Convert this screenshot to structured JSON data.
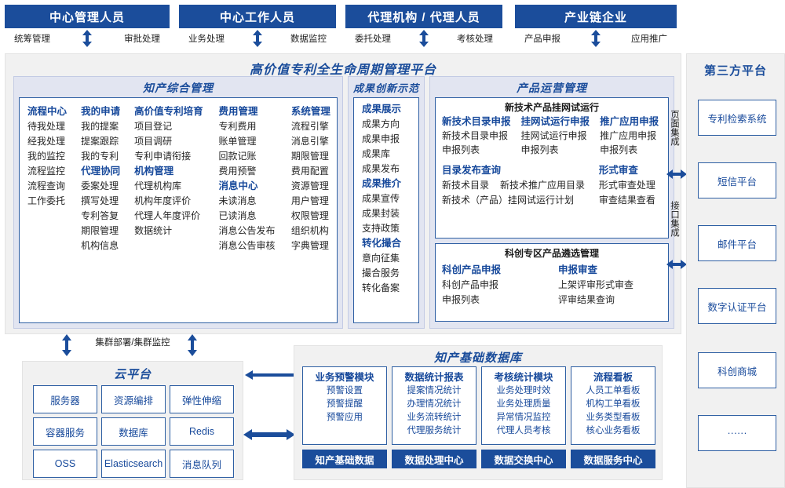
{
  "actors": [
    {
      "title": "中心管理人员",
      "left_op": "统筹管理",
      "right_op": "审批处理"
    },
    {
      "title": "中心工作人员",
      "left_op": "业务处理",
      "right_op": "数据监控"
    },
    {
      "title": "代理机构 / 代理人员",
      "left_op": "委托处理",
      "right_op": "考核处理"
    },
    {
      "title": "产业链企业",
      "left_op": "产品申报",
      "right_op": "应用推广"
    }
  ],
  "platform": {
    "title": "高价值专利全生命周期管理平台",
    "groups": {
      "zhichan": {
        "title": "知产综合管理",
        "columns": [
          {
            "blocks": [
              {
                "head": "流程中心",
                "items": [
                  "待我处理",
                  "经我处理",
                  "我的监控",
                  "流程监控",
                  "流程查询",
                  "工作委托"
                ]
              }
            ]
          },
          {
            "blocks": [
              {
                "head": "我的申请",
                "items": [
                  "我的提案",
                  "提案跟踪",
                  "我的专利"
                ]
              },
              {
                "head": "代理协同",
                "items": [
                  "委案处理",
                  "撰写处理",
                  "专利答复",
                  "期限管理",
                  "机构信息"
                ]
              }
            ]
          },
          {
            "blocks": [
              {
                "head": "高价值专利培育",
                "items": [
                  "项目登记",
                  "项目调研",
                  "专利申请衔接"
                ]
              },
              {
                "head": "机构管理",
                "items": [
                  "代理机构库",
                  "机构年度评价",
                  "代理人年度评价",
                  "数据统计"
                ]
              }
            ]
          },
          {
            "blocks": [
              {
                "head": "费用管理",
                "items": [
                  "专利费用",
                  "账单管理",
                  "回款记账",
                  "费用预警"
                ]
              },
              {
                "head": "消息中心",
                "items": [
                  "未读消息",
                  "已读消息",
                  "消息公告发布",
                  "消息公告审核"
                ]
              }
            ]
          },
          {
            "blocks": [
              {
                "head": "系统管理",
                "items": [
                  "流程引擎",
                  "消息引擎",
                  "期限管理",
                  "费用配置",
                  "资源管理",
                  "用户管理",
                  "权限管理",
                  "组织机构",
                  "字典管理"
                ]
              }
            ]
          }
        ]
      },
      "chengguo": {
        "title": "成果创新示范",
        "blocks": [
          {
            "head": "成果展示",
            "items": [
              "成果方向",
              "成果申报",
              "成果库",
              "成果发布"
            ]
          },
          {
            "head": "成果推介",
            "items": [
              "成果宣传",
              "成果封装",
              "支持政策"
            ]
          },
          {
            "head": "转化撮合",
            "items": [
              "意向征集",
              "撮合服务",
              "转化备案"
            ]
          }
        ]
      },
      "chanpin": {
        "title": "产品运营管理",
        "panels": [
          {
            "label": "新技术产品挂网试运行",
            "row1": [
              {
                "head": "新技术目录申报",
                "items": [
                  "新技术目录申报",
                  "申报列表"
                ]
              },
              {
                "head": "挂网试运行申报",
                "items": [
                  "挂网试运行申报",
                  "申报列表"
                ]
              },
              {
                "head": "推广应用申报",
                "items": [
                  "推广应用申报",
                  "申报列表"
                ]
              }
            ],
            "row2_left_head": "目录发布查询",
            "row2_left_items": [
              "新技术目录",
              "新技术推广应用目录",
              "新技术（产品）挂网试运行计划"
            ],
            "row2_right_head": "形式审查",
            "row2_right_items": [
              "形式审查处理",
              "审查结果查看"
            ]
          },
          {
            "label": "科创专区产品遴选管理",
            "row1": [
              {
                "head": "科创产品申报",
                "items": [
                  "科创产品申报",
                  "申报列表"
                ]
              },
              {
                "head": "申报审查",
                "items": [
                  "上架评审形式审查",
                  "评审结果查询"
                ]
              }
            ]
          }
        ]
      }
    }
  },
  "integration": {
    "page_label": "页面集成",
    "api_label": "接口集成"
  },
  "thirdparty": {
    "title": "第三方平台",
    "items": [
      "专利检索系统",
      "短信平台",
      "邮件平台",
      "数字认证平台",
      "科创商城",
      "······"
    ]
  },
  "cloud": {
    "cluster_label": "集群部署/集群监控",
    "title": "云平台",
    "cells": [
      "服务器",
      "资源编排",
      "弹性伸缩",
      "容器服务",
      "数据库",
      "Redis",
      "OSS",
      "Elasticsearch",
      "消息队列"
    ]
  },
  "database": {
    "title": "知产基础数据库",
    "cards": [
      {
        "head": "业务预警模块",
        "items": [
          "预警设置",
          "预警提醒",
          "预警应用"
        ],
        "footer": "知产基础数据"
      },
      {
        "head": "数据统计报表",
        "items": [
          "提案情况统计",
          "办理情况统计",
          "业务流转统计",
          "代理服务统计"
        ],
        "footer": "数据处理中心"
      },
      {
        "head": "考核统计模块",
        "items": [
          "业务处理时效",
          "业务处理质量",
          "异常情况监控",
          "代理人员考核"
        ],
        "footer": "数据交换中心"
      },
      {
        "head": "流程看板",
        "items": [
          "人员工单看板",
          "机构工单看板",
          "业务类型看板",
          "核心业务看板"
        ],
        "footer": "数据服务中心"
      }
    ]
  },
  "colors": {
    "brand_blue": "#1B4D9B",
    "text_blue": "#17499B",
    "panel_gray": "#F1F1F1",
    "group_lavender": "#E2E5F1",
    "border_blue": "#2E5FA3"
  }
}
